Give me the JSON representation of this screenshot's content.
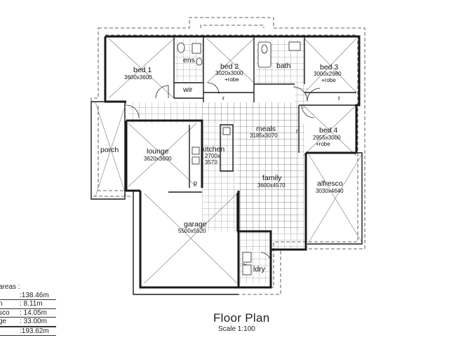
{
  "title": "Floor Plan",
  "scale": "Scale 1:100",
  "rooms": {
    "bed1": {
      "name": "bed 1",
      "dims": "3600x3600"
    },
    "ens": {
      "name": "ens"
    },
    "wir": {
      "name": "wir"
    },
    "bed2": {
      "name": "bed 2",
      "dims": "3020x3000",
      "note": "+robe"
    },
    "bath": {
      "name": "bath"
    },
    "bed3": {
      "name": "bed 3",
      "dims": "3000x2980",
      "note": "+robe"
    },
    "porch": {
      "name": "porch"
    },
    "lounge": {
      "name": "lounge",
      "dims": "3620x3600"
    },
    "kitchen": {
      "name": "kitchen",
      "dims": "2700x",
      "dims2": "3570"
    },
    "meals": {
      "name": "meals",
      "dims": "3185x3070"
    },
    "bed4": {
      "name": "bed 4",
      "dims": "2955x3000",
      "note": "+robe"
    },
    "family": {
      "name": "family",
      "dims": "3600x4570"
    },
    "alfresco": {
      "name": "alfresco",
      "dims": "3030x4640"
    },
    "garage": {
      "name": "garage",
      "dims": "5500x5520"
    },
    "ldry": {
      "name": "ldry"
    }
  },
  "markers": {
    "r": "r",
    "p": "p"
  },
  "areas": {
    "heading": "areas  :",
    "rows": [
      {
        "label": "",
        "value": ":138.46m"
      },
      {
        "label": "n",
        "value": ":   8.11m"
      },
      {
        "label": "sco",
        "value": ":  14.05m"
      },
      {
        "label": "ge",
        "value": ":  33.00m"
      },
      {
        "label": "",
        "value": ":193.62m"
      }
    ]
  }
}
